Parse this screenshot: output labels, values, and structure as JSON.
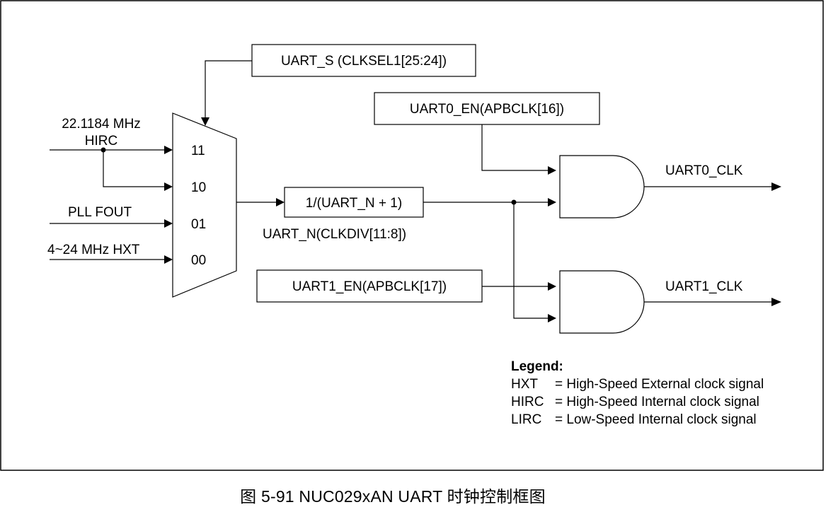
{
  "inputs": {
    "hirc_freq": "22.1184 MHz",
    "hirc_name": "HIRC",
    "pll": "PLL FOUT",
    "hxt": "4~24 MHz HXT"
  },
  "mux": {
    "in_11": "11",
    "in_10": "10",
    "in_01": "01",
    "in_00": "00",
    "select_label": "UART_S (CLKSEL1[25:24])"
  },
  "divider": {
    "label": "1/(UART_N + 1)",
    "control": "UART_N(CLKDIV[11:8])"
  },
  "gates": {
    "uart0_enable": "UART0_EN(APBCLK[16])",
    "uart1_enable": "UART1_EN(APBCLK[17])",
    "uart0_output": "UART0_CLK",
    "uart1_output": "UART1_CLK"
  },
  "legend": {
    "title": "Legend:",
    "items": [
      {
        "abbr": "HXT",
        "desc": "= High-Speed External clock signal"
      },
      {
        "abbr": "HIRC",
        "desc": "= High-Speed Internal clock signal"
      },
      {
        "abbr": "LIRC",
        "desc": "= Low-Speed Internal clock signal"
      }
    ]
  },
  "caption": "图 5-91 NUC029xAN UART 时钟控制框图"
}
